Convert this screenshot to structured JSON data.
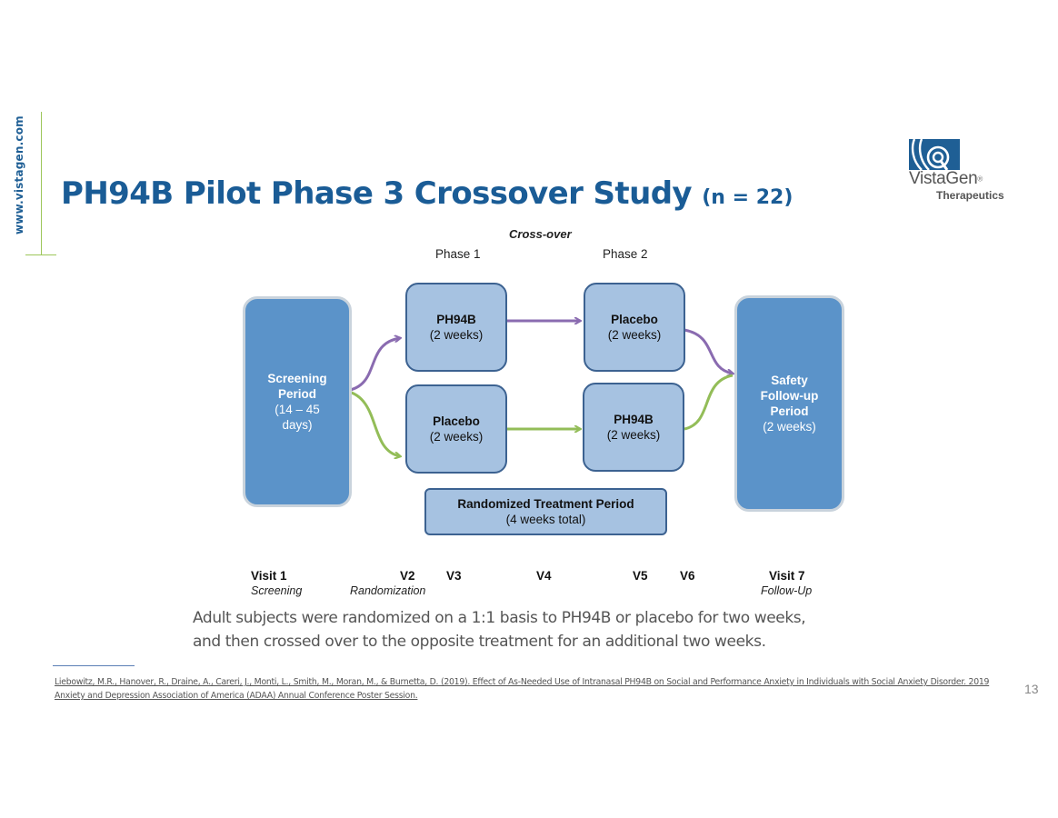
{
  "sidebar": {
    "url": "www.vistagen.com"
  },
  "header": {
    "title": "PH94B Pilot Phase 3 Crossover Study",
    "title_suffix": "(n = 22)"
  },
  "logo": {
    "name": "VistaGen",
    "registered": "®",
    "subtitle": "Therapeutics",
    "brand_color": "#1f5f95"
  },
  "diagram": {
    "crossover_label": "Cross-over",
    "phases": [
      "Phase 1",
      "Phase 2"
    ],
    "screening": {
      "title_1": "Screening",
      "title_2": "Period",
      "duration_1": "(14 – 45",
      "duration_2": "days)"
    },
    "followup": {
      "title_1": "Safety",
      "title_2": "Follow-up",
      "title_3": "Period",
      "duration": "(2 weeks)"
    },
    "arms": [
      {
        "phase1": {
          "label": "PH94B",
          "duration": "(2 weeks)"
        },
        "phase2": {
          "label": "Placebo",
          "duration": "(2 weeks)"
        },
        "color": "#8a6bb0"
      },
      {
        "phase1": {
          "label": "Placebo",
          "duration": "(2 weeks)"
        },
        "phase2": {
          "label": "PH94B",
          "duration": "(2 weeks)"
        },
        "color": "#93bd58"
      }
    ],
    "randomized": {
      "label": "Randomized Treatment Period",
      "duration": "(4 weeks total)"
    },
    "colors": {
      "period_box": "#5b93c9",
      "treatment_box": "#a6c2e1",
      "treatment_border": "#3c6291"
    }
  },
  "visits": [
    {
      "label": "Visit 1",
      "sub": "Screening"
    },
    {
      "label": "V2",
      "sub": "Randomization"
    },
    {
      "label": "V3",
      "sub": ""
    },
    {
      "label": "V4",
      "sub": ""
    },
    {
      "label": "V5",
      "sub": ""
    },
    {
      "label": "V6",
      "sub": ""
    },
    {
      "label": "Visit 7",
      "sub": "Follow-Up"
    }
  ],
  "caption": {
    "line1": "Adult subjects were randomized on a 1:1 basis to PH94B or placebo for two weeks,",
    "line2": "and then crossed over to the opposite treatment for an additional two weeks."
  },
  "footnote": "Liebowitz, M.R., Hanover, R., Draine, A., Careri, J., Monti, L., Smith, M., Moran, M., & Burnetta, D. (2019). Effect of As-Needed Use of Intranasal PH94B on Social and Performance Anxiety in Individuals with Social Anxiety Disorder. 2019 Anxiety and Depression Association of America (ADAA) Annual Conference Poster Session.",
  "page_number": "13"
}
